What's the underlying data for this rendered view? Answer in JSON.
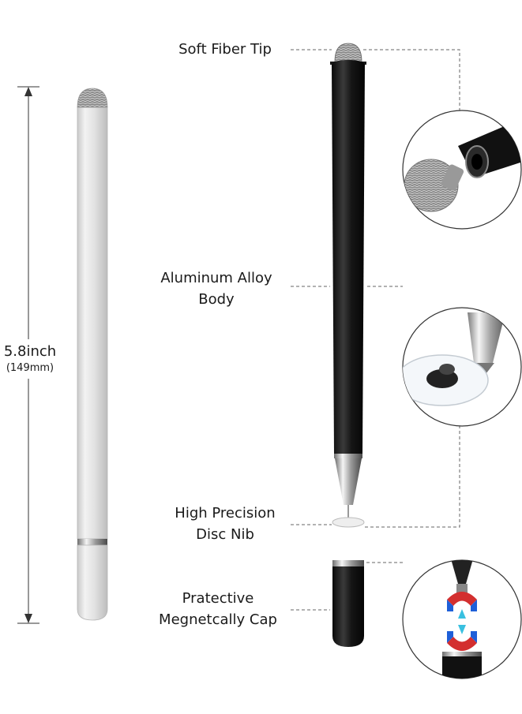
{
  "dimension": {
    "length": "5.8inch",
    "length_mm": "(149mm)"
  },
  "callouts": {
    "tip": "Soft Fiber Tip",
    "body_line1": "Aluminum Alloy",
    "body_line2": "Body",
    "nib_line1": "High Precision",
    "nib_line2": "Disc Nib",
    "cap_line1": "Pratective",
    "cap_line2": "Megnetcally Cap"
  }
}
